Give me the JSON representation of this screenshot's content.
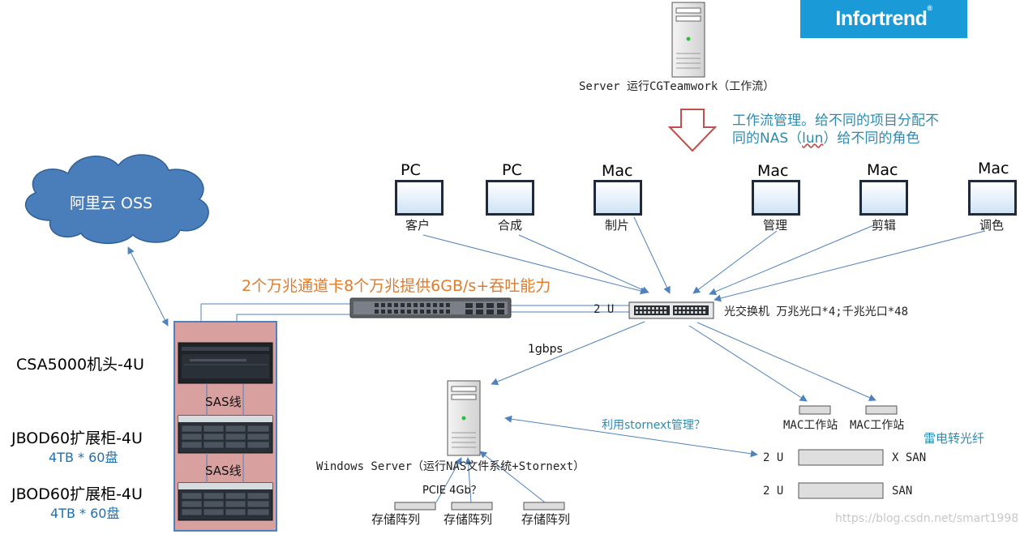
{
  "brand": {
    "logo_text": "Infortrend",
    "color": "#1a9ad6"
  },
  "colors": {
    "arrow": "#4f81bd",
    "orange": "#e07b2a",
    "teal": "#2e8bb0",
    "cloud": "#4a7ebb",
    "rack_bg": "#d9a0a0",
    "rack_border": "#4f81bd",
    "red_arrow": "#c0504d"
  },
  "server_top": {
    "label": "Server 运行CGTeamwork（工作流）"
  },
  "workflow_note": {
    "line1": "工作流管理。给不同的项目分配不",
    "line2_prefix": "同的NAS（",
    "line2_lun": "lun",
    "line2_suffix": "）给不同的角色"
  },
  "cloud": {
    "label": "阿里云 OSS"
  },
  "clients": [
    {
      "type": "PC",
      "role": "客户"
    },
    {
      "type": "PC",
      "role": "合成"
    },
    {
      "type": "Mac",
      "role": "制片"
    },
    {
      "type": "Mac",
      "role": "管理"
    },
    {
      "type": "Mac",
      "role": "剪辑"
    },
    {
      "type": "Mac",
      "role": "调色"
    }
  ],
  "switch_note": "2个万兆通道卡8个万兆提供6GB/s+吞吐能力",
  "switch": {
    "unit": "2 U",
    "label": "光交换机 万兆光口*4;千兆光口*48"
  },
  "rack": {
    "head_label": "CSA5000机头-4U",
    "sas1": "SAS线",
    "sas2": "SAS线",
    "jbod1": {
      "label": "JBOD60扩展柜-4U",
      "disks": "4TB * 60盘"
    },
    "jbod2": {
      "label": "JBOD60扩展柜-4U",
      "disks": "4TB * 60盘"
    }
  },
  "link_speed": "1gbps",
  "windows_server": {
    "label": "Windows Server（运行NAS文件系统+Stornext）",
    "pcie": "PCIE 4Gb？"
  },
  "stornext_note": "利用stornext管理？",
  "arrays": [
    "存储阵列",
    "存储阵列",
    "存储阵列"
  ],
  "mac_workstations": [
    "MAC工作站",
    "MAC工作站"
  ],
  "thunderbolt_note": "雷电转光纤",
  "san_units": [
    {
      "unit": "2 U",
      "label": "X SAN"
    },
    {
      "unit": "2 U",
      "label": "SAN"
    }
  ],
  "watermark": "https://blog.csdn.net/smart1998"
}
